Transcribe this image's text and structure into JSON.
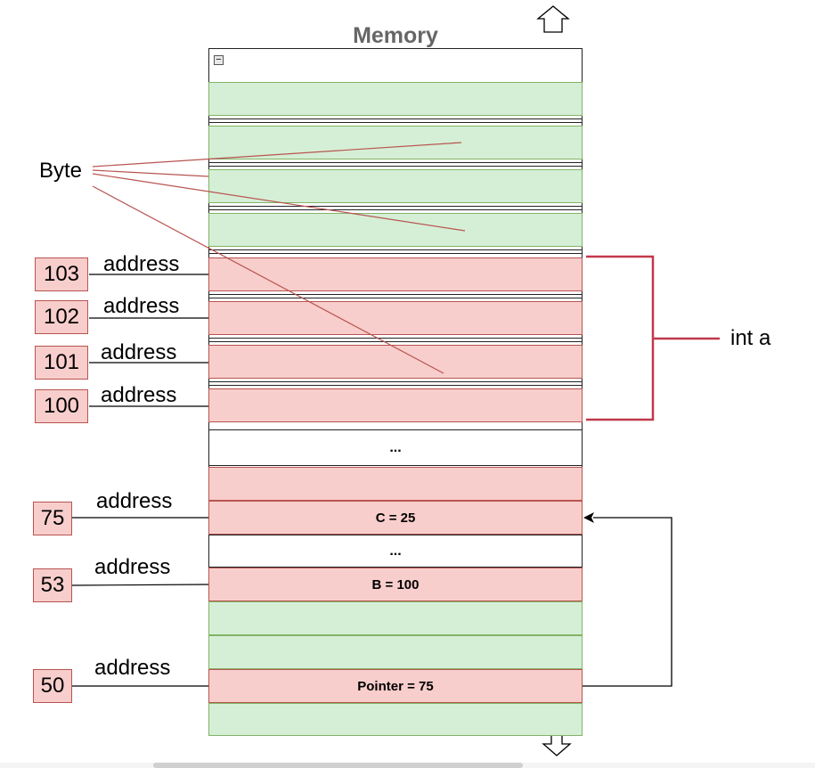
{
  "title": "Memory",
  "byte_label": "Byte",
  "int_label": "int a",
  "address_label": "address",
  "ellipsis": "...",
  "cells": {
    "c": "C = 25",
    "b": "B = 100",
    "pointer": "Pointer = 75"
  },
  "addresses": [
    "103",
    "102",
    "101",
    "100",
    "75",
    "53",
    "50"
  ],
  "colors": {
    "byte_fill": "#d5efd6",
    "byte_stroke": "#82b366",
    "var_fill": "#f8cecc",
    "var_stroke": "#b85450",
    "bracket": "#c0394b",
    "title": "#666666"
  },
  "icons": [
    "collapse-icon",
    "arrow-up-icon",
    "arrow-down-icon"
  ]
}
